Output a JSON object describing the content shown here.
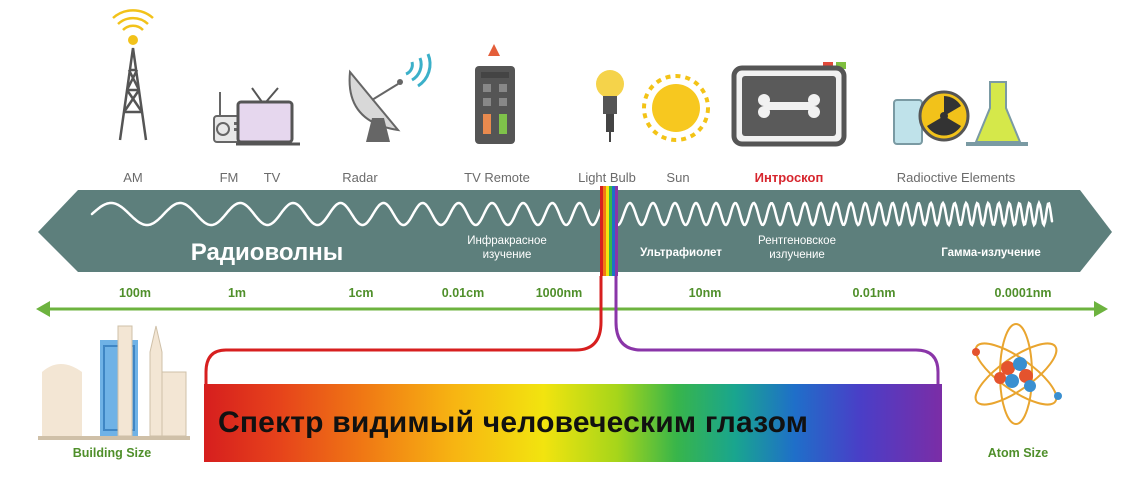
{
  "sources": [
    {
      "id": "am",
      "label": "AM",
      "icon": "radio-tower-icon"
    },
    {
      "id": "fm",
      "label": "FM",
      "icon": "radio-icon"
    },
    {
      "id": "tv",
      "label": "TV",
      "icon": "tv-icon"
    },
    {
      "id": "radar",
      "label": "Radar",
      "icon": "radar-dish-icon"
    },
    {
      "id": "tv-remote",
      "label": "TV Remote",
      "icon": "remote-control-icon"
    },
    {
      "id": "light-bulb",
      "label": "Light Bulb",
      "icon": "light-bulb-icon"
    },
    {
      "id": "sun",
      "label": "Sun",
      "icon": "sun-icon"
    },
    {
      "id": "introscope",
      "label": "Интроскоп",
      "icon": "xray-bone-icon"
    },
    {
      "id": "radioactive",
      "label": "Radioctive Elements",
      "icon": "radioactive-flask-icon"
    }
  ],
  "bands": {
    "radio": "Радиоволны",
    "infrared_line1": "Инфракрасное",
    "infrared_line2": "изучение",
    "ultraviolet": "Ультрафиолет",
    "xray_line1": "Рентгеновское",
    "xray_line2": "излучение",
    "gamma": "Гамма-излучение"
  },
  "scale": [
    "100m",
    "1m",
    "1cm",
    "0.01cm",
    "1000nm",
    "10nm",
    "0.01nm",
    "0.0001nm"
  ],
  "size_labels": {
    "building": "Building Size",
    "atom": "Atom Size"
  },
  "visible_spectrum_label": "Спектр видимый человеческим глазом",
  "colors": {
    "wave_band": "#5d7f7c",
    "scale_axis": "#6db33f",
    "scale_text": "#4f8f2a",
    "highlight": "#d7262e",
    "source_text": "#6b6b6b",
    "red_line": "#d71f1f",
    "violet_line": "#8a35a8"
  }
}
